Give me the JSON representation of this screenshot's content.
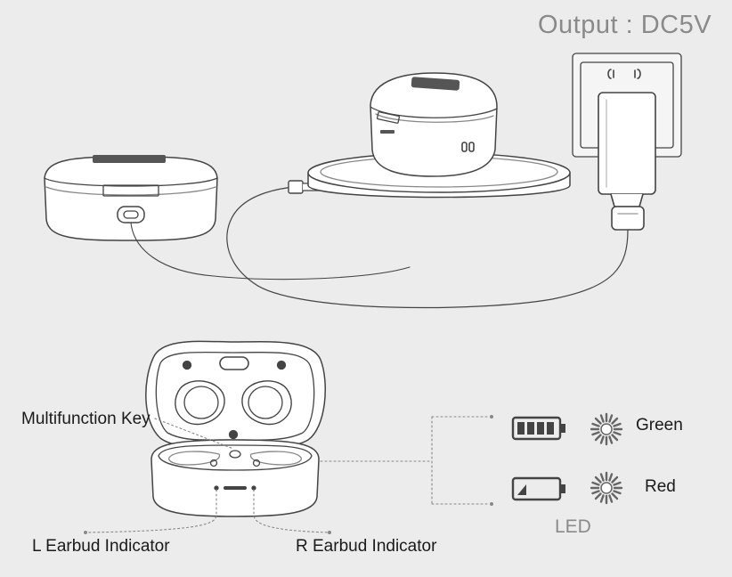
{
  "labels": {
    "output": "Output : DC5V",
    "multifunction_key": "Multifunction Key",
    "left_indicator": "L Earbud Indicator",
    "right_indicator": "R Earbud Indicator",
    "green": "Green",
    "red": "Red",
    "led": "LED"
  },
  "led_states": [
    {
      "battery": "full",
      "color_name": "Green"
    },
    {
      "battery": "low",
      "color_name": "Red"
    }
  ],
  "colors": {
    "background": "#ececec",
    "line": "#444444",
    "label_gray": "#8a8a8a",
    "dotted": "#888888"
  },
  "icons": [
    "wall-socket-icon",
    "power-adapter-icon",
    "wireless-charging-pad-icon",
    "charging-case-icon",
    "open-charging-case-icon",
    "battery-full-icon",
    "battery-low-icon",
    "led-light-icon"
  ]
}
